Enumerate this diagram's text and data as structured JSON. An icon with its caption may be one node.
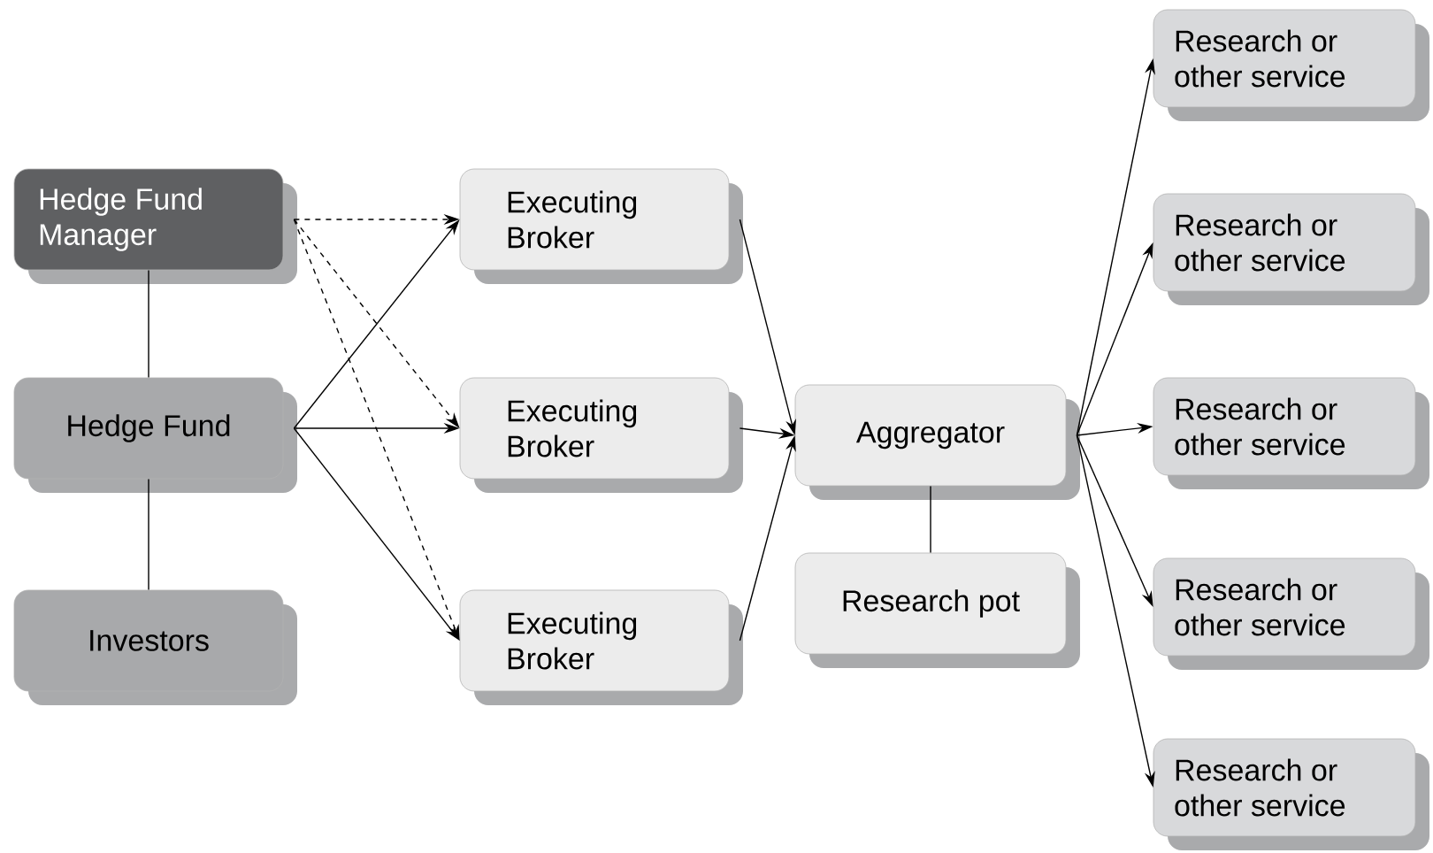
{
  "diagram": {
    "nodes": [
      {
        "text": [
          "Hedge Fund Manager"
        ]
      },
      {
        "text": [
          "Hedge Fund"
        ]
      },
      {
        "text": [
          "Investors"
        ]
      },
      {
        "text": [
          "Executing Broker"
        ]
      },
      {
        "text": [
          "Executing Broker"
        ]
      },
      {
        "text": [
          "Executing Broker"
        ]
      },
      {
        "text": [
          "Aggregator"
        ]
      },
      {
        "text": [
          "Research pot"
        ]
      },
      {
        "text": [
          "Research or other service"
        ]
      },
      {
        "text": [
          "Research or other service"
        ]
      },
      {
        "text": [
          "Research or other service"
        ]
      },
      {
        "text": [
          "Research or other service"
        ]
      },
      {
        "text": [
          "Research or other service"
        ]
      }
    ],
    "edges": [
      {
        "from": 0,
        "to": 1,
        "arrow": "none"
      },
      {
        "from": 1,
        "to": 2,
        "arrow": "none"
      },
      {
        "from": 0,
        "to": 3,
        "arrow": "to",
        "style": "dashed"
      },
      {
        "from": 0,
        "to": 4,
        "arrow": "to",
        "style": "dashed"
      },
      {
        "from": 0,
        "to": 5,
        "arrow": "to",
        "style": "dashed"
      },
      {
        "from": 1,
        "to": 3,
        "arrow": "to"
      },
      {
        "from": 1,
        "to": 4,
        "arrow": "to"
      },
      {
        "from": 1,
        "to": 5,
        "arrow": "to"
      },
      {
        "from": 3,
        "to": 6,
        "arrow": "to"
      },
      {
        "from": 4,
        "to": 6,
        "arrow": "to"
      },
      {
        "from": 5,
        "to": 6,
        "arrow": "to"
      },
      {
        "from": 6,
        "to": 7,
        "arrow": "none"
      },
      {
        "from": 6,
        "to": 8,
        "arrow": "to"
      },
      {
        "from": 6,
        "to": 9,
        "arrow": "to"
      },
      {
        "from": 6,
        "to": 10,
        "arrow": "to"
      },
      {
        "from": 6,
        "to": 11,
        "arrow": "to"
      },
      {
        "from": 6,
        "to": 12,
        "arrow": "to"
      }
    ]
  }
}
